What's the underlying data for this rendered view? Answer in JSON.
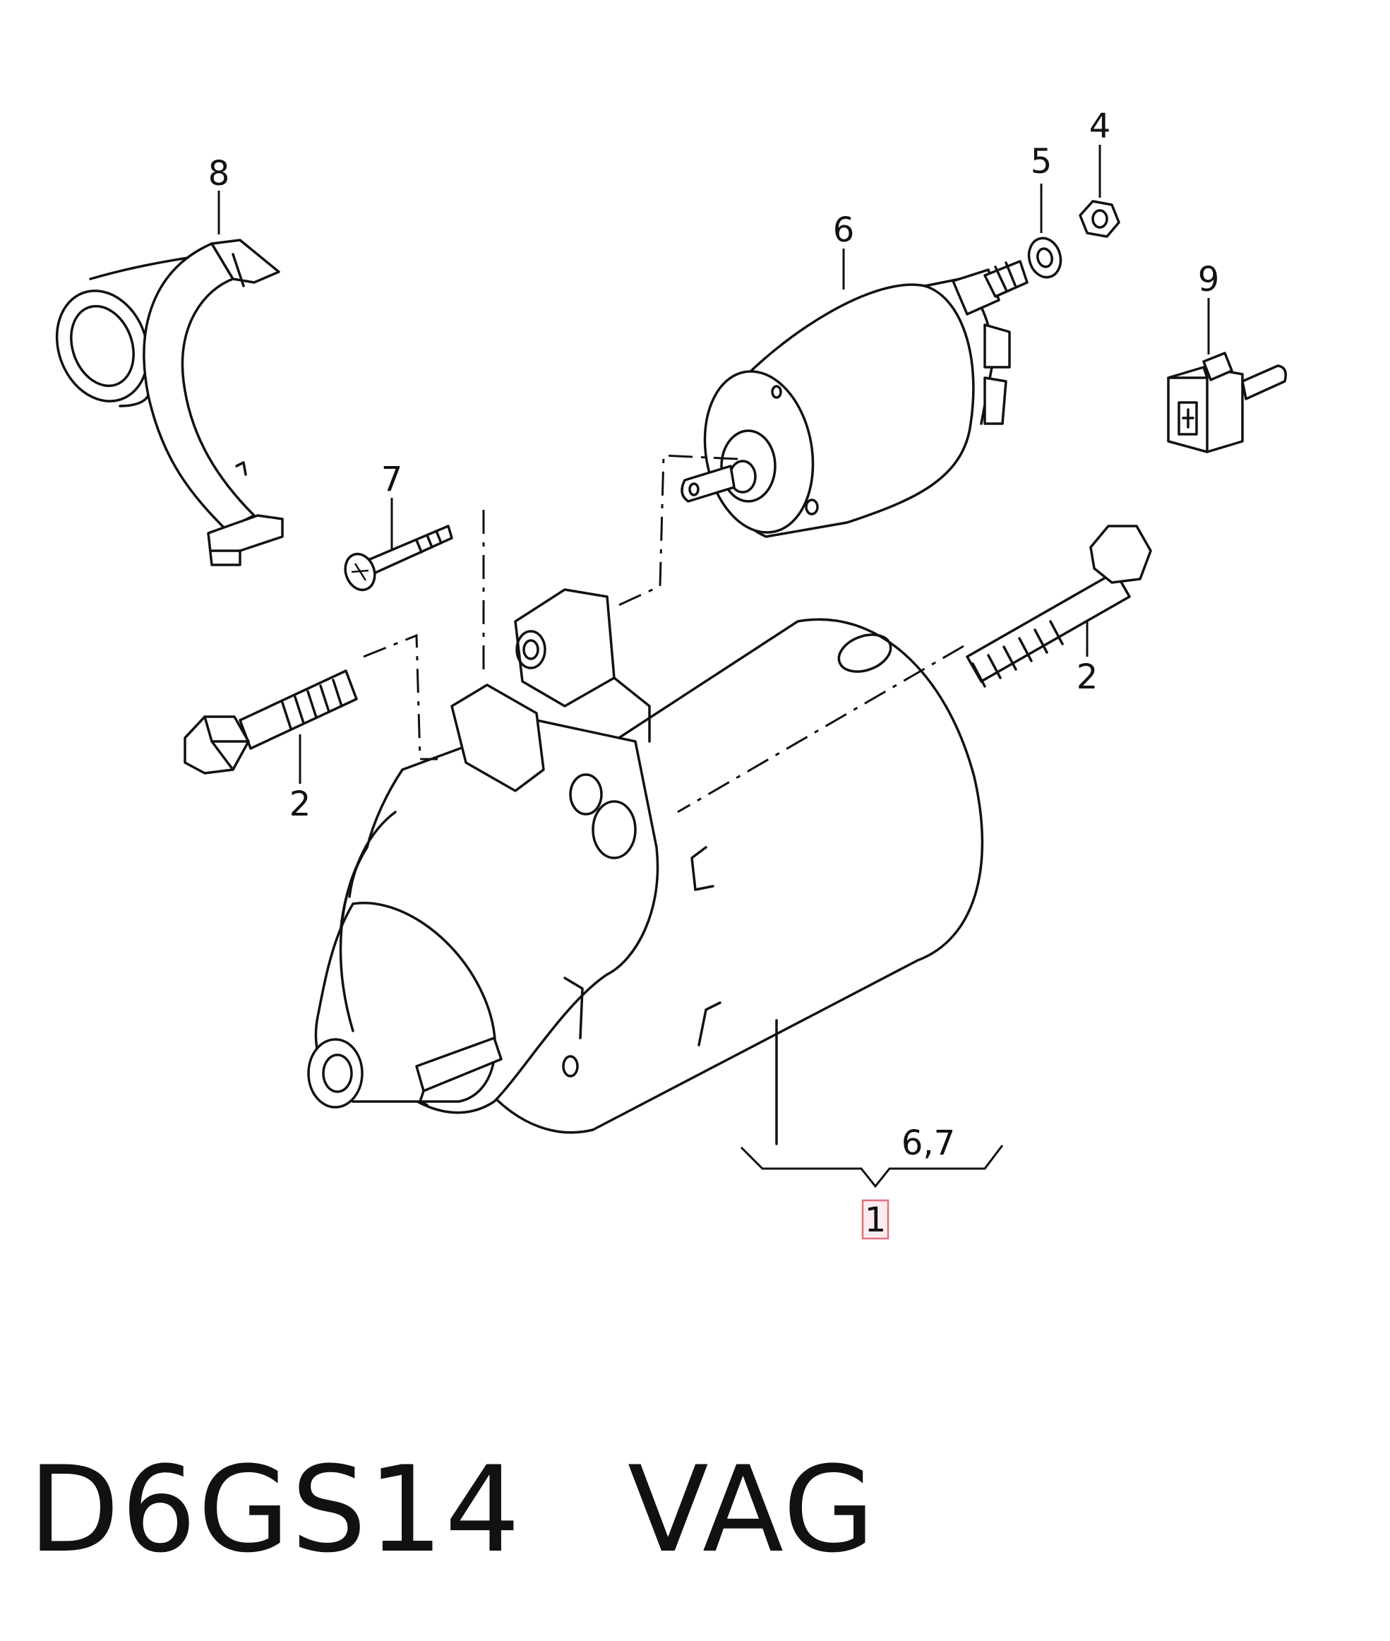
{
  "diagram": {
    "callouts": {
      "p1": "1",
      "p2a": "2",
      "p2b": "2",
      "p4": "4",
      "p5": "5",
      "p6": "6",
      "p7": "7",
      "p8": "8",
      "p9": "9",
      "bracket_note": "6,7"
    },
    "highlight_color": "#e0707c"
  },
  "footer": {
    "part_code": "D6GS14",
    "brand": "VAG"
  }
}
